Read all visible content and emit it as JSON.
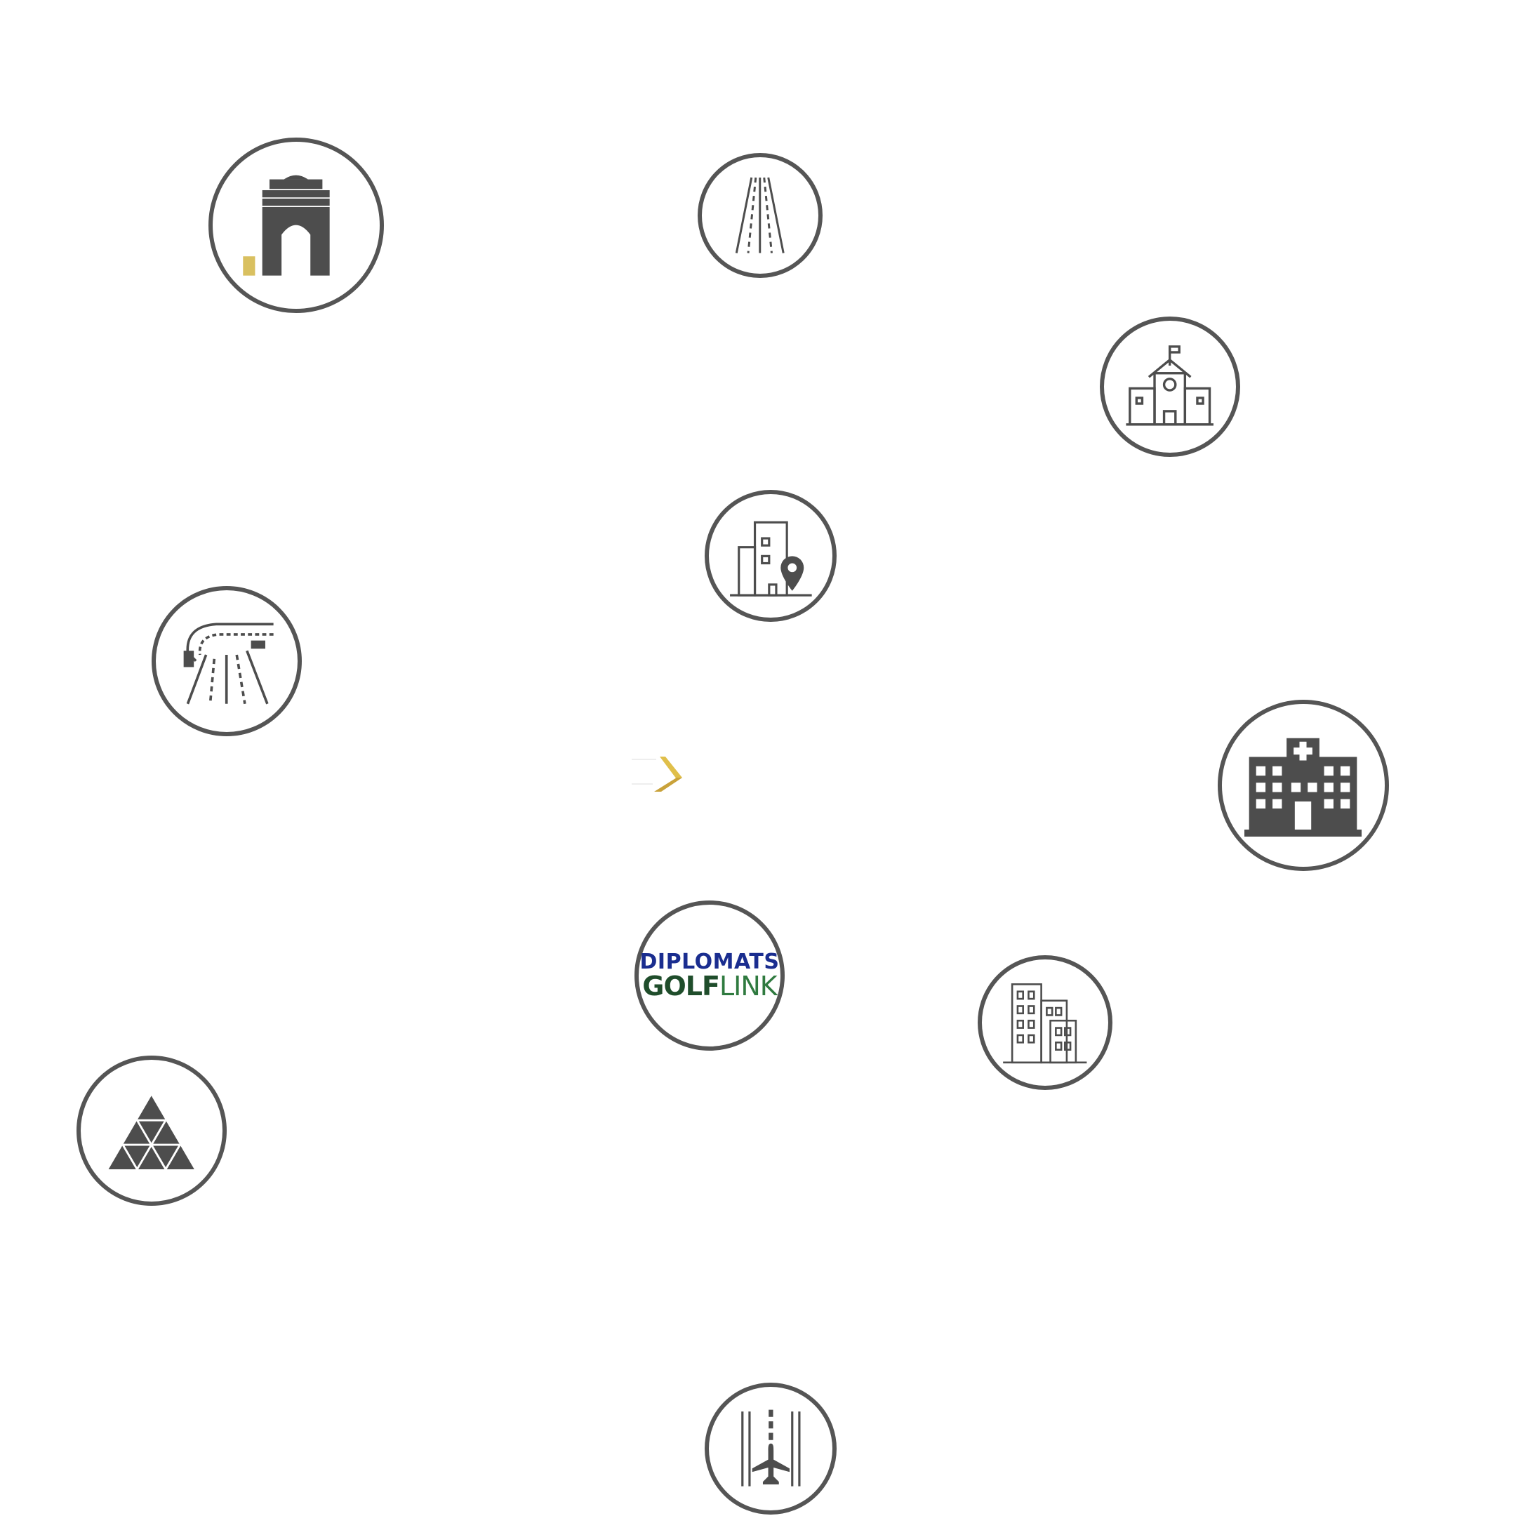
{
  "brand_logo": {
    "name": "center-logo",
    "accent": "#d4b040"
  },
  "landmarks": [
    {
      "icon": "india-gate-icon"
    },
    {
      "icon": "road-icon"
    },
    {
      "icon": "school-icon"
    },
    {
      "icon": "city-location-icon"
    },
    {
      "icon": "flyover-highway-icon"
    },
    {
      "icon": "hospital-icon"
    },
    {
      "icon": "diplomats-golflink-logo"
    },
    {
      "icon": "office-buildings-icon"
    },
    {
      "icon": "pyramid-icon"
    },
    {
      "icon": "airport-runway-icon"
    }
  ],
  "golf": {
    "line1": "DIPLOMATS",
    "line2a": "GOLF",
    "line2b": "LINK"
  },
  "colors": {
    "ring": "#555555",
    "icon": "#4d4d4d",
    "blue": "#1a2d8f",
    "green": "#1f4d2b"
  }
}
